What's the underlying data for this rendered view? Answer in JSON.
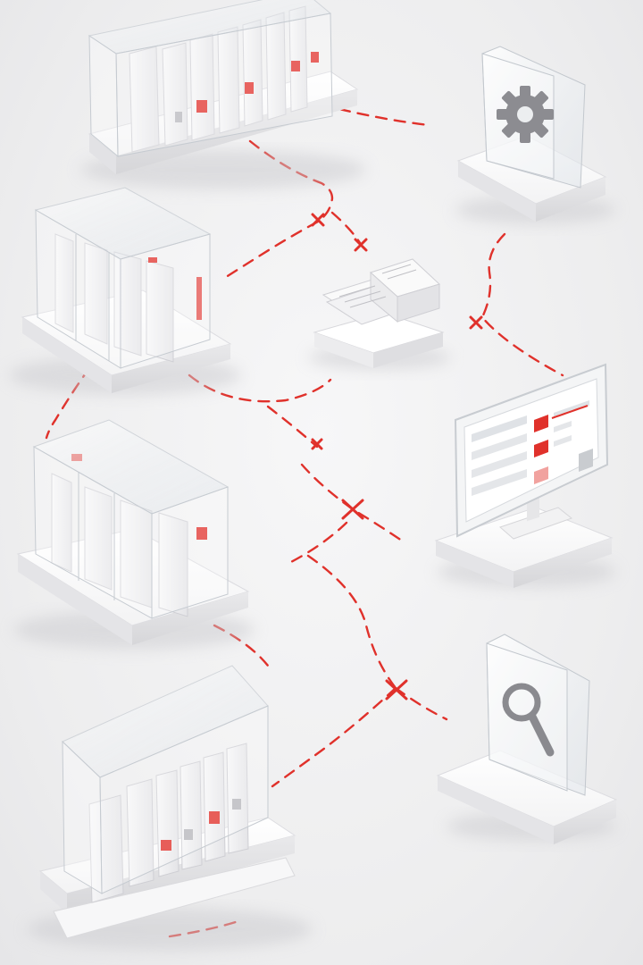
{
  "scene": {
    "title": "",
    "accent_color": "#e0312b",
    "glass_color": "#e9edf1",
    "base_color": "#ffffff",
    "icons": [
      "gear-icon",
      "magnifier-icon",
      "monitor-icon",
      "document-stack-icon"
    ],
    "nodes": [
      {
        "name": "file-cabinet-1"
      },
      {
        "name": "file-cabinet-2"
      },
      {
        "name": "file-cabinet-3"
      },
      {
        "name": "file-cabinet-4"
      },
      {
        "name": "settings-panel"
      },
      {
        "name": "document-stack"
      },
      {
        "name": "monitor-dashboard"
      },
      {
        "name": "search-panel"
      }
    ]
  }
}
